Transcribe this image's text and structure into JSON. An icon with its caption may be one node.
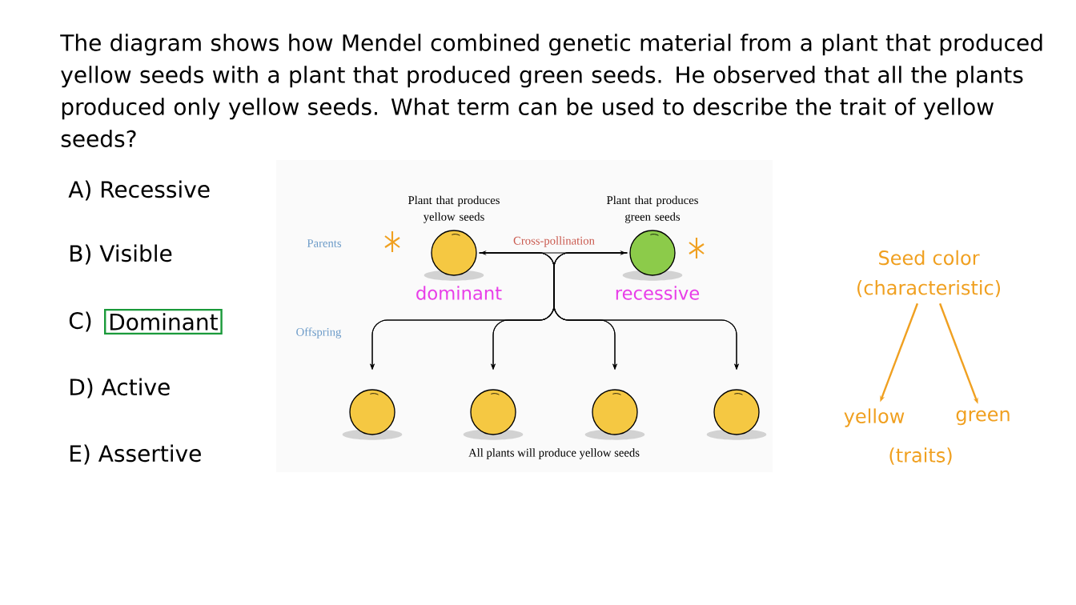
{
  "diagram": {
    "title": "The diagram shows how Mendel combined genetic material from a plant that produced yellow seeds with a plant that produced green seeds. He observed that all the plants produced only yellow seeds. What term can be used to describe the trait of yellow seeds?",
    "nodes": [
      {
        "text": [
          "Plant that produces yellow seeds"
        ],
        "beside": [
          "dominant"
        ]
      },
      {
        "text": [
          "Plant that produces green seeds"
        ],
        "beside": [
          "recessive"
        ]
      },
      {
        "text": [],
        "shape": "circle"
      },
      {
        "text": [],
        "shape": "circle"
      },
      {
        "text": [],
        "shape": "circle"
      },
      {
        "text": [],
        "shape": "circle"
      },
      {
        "text": [
          "Seed color (characteristic)"
        ]
      },
      {
        "text": [
          "yellow"
        ]
      },
      {
        "text": [
          "green"
        ]
      }
    ],
    "edges": [
      {
        "from": 0,
        "to": 1,
        "arrow": "both",
        "label": "Cross-pollination"
      },
      {
        "from": 0,
        "to": 2,
        "arrow": "to"
      },
      {
        "from": 0,
        "to": 3,
        "arrow": "to"
      },
      {
        "from": 0,
        "to": 4,
        "arrow": "to"
      },
      {
        "from": 0,
        "to": 5,
        "arrow": "to"
      },
      {
        "from": 1,
        "to": 2,
        "arrow": "to"
      },
      {
        "from": 1,
        "to": 3,
        "arrow": "to"
      },
      {
        "from": 1,
        "to": 4,
        "arrow": "to"
      },
      {
        "from": 1,
        "to": 5,
        "arrow": "to"
      },
      {
        "from": 6,
        "to": 7,
        "arrow": "to",
        "color": "#f0a020"
      },
      {
        "from": 6,
        "to": 8,
        "arrow": "to",
        "color": "#f0a020"
      }
    ],
    "labels": [
      "A) Recessive",
      "B) Visible",
      "C)",
      "Dominant",
      "D) Active",
      "E) Assertive",
      "Parents",
      "Offspring",
      "All plants will produce yellow seeds",
      "(traits)"
    ]
  }
}
